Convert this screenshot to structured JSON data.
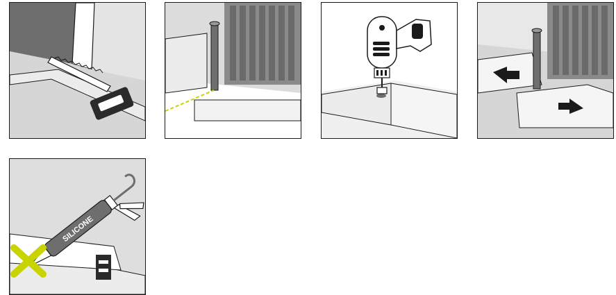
{
  "steps": [
    {
      "id": "cut-with-saw"
    },
    {
      "id": "mark-pipe-position"
    },
    {
      "id": "drill-hole"
    },
    {
      "id": "join-tiles-around-pipe"
    },
    {
      "id": "do-not-seal-with-silicone"
    }
  ],
  "tube_label": "SILICONE",
  "colors": {
    "outline": "#1a1a1a",
    "wall_gray": "#d9d9d9",
    "floor_gray": "#e6e6e6",
    "dark_gray": "#6e6e6e",
    "marker_yellow": "#c8d400"
  }
}
